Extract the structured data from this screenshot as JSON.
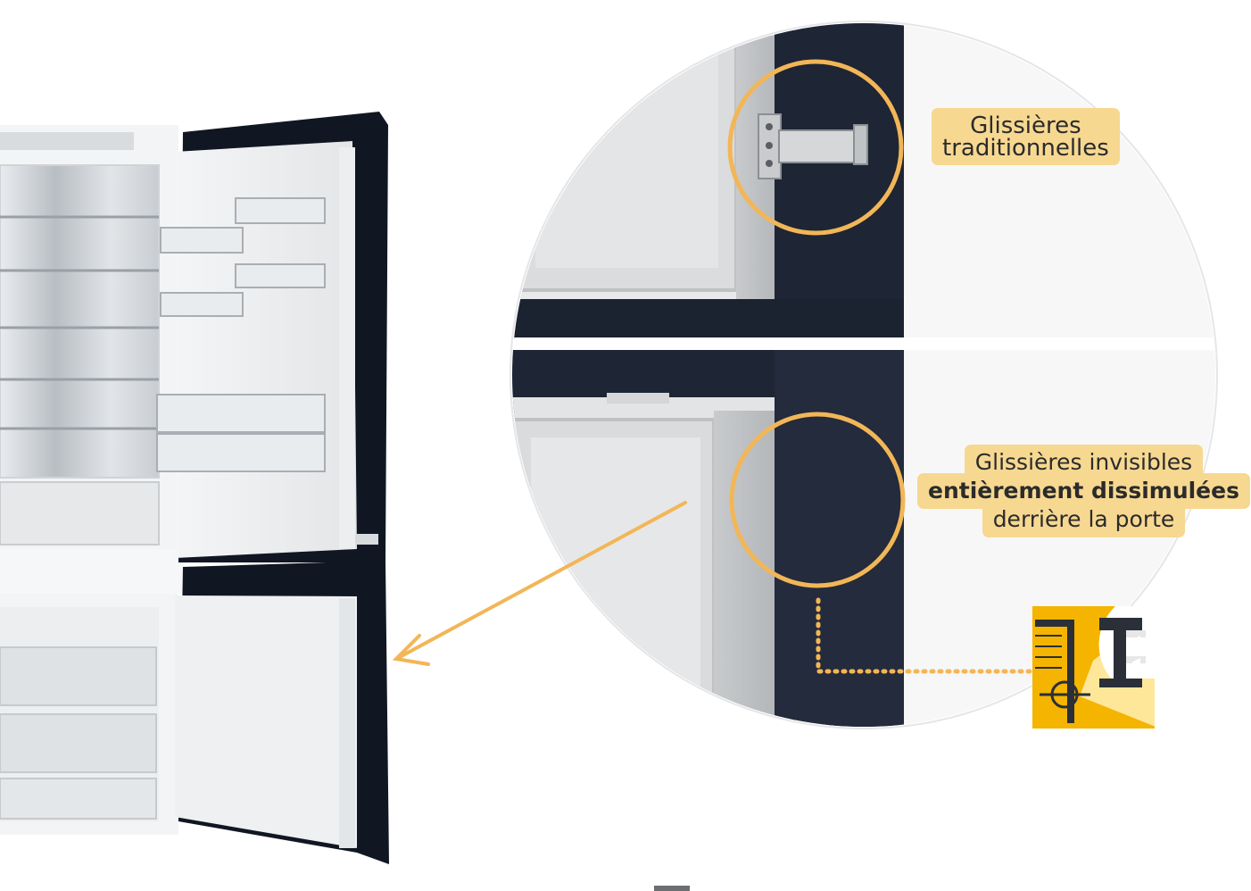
{
  "labels": {
    "traditional": [
      "Glissières",
      "traditionnelles"
    ],
    "invisible": [
      "Glissières invisibles",
      "entièrement dissimulées",
      "derrière la porte"
    ]
  },
  "colors": {
    "accent": "#f2b657",
    "label_bg": "#f7d891",
    "door_navy": "#1e2535",
    "inset_yellow": "#f5b400"
  }
}
